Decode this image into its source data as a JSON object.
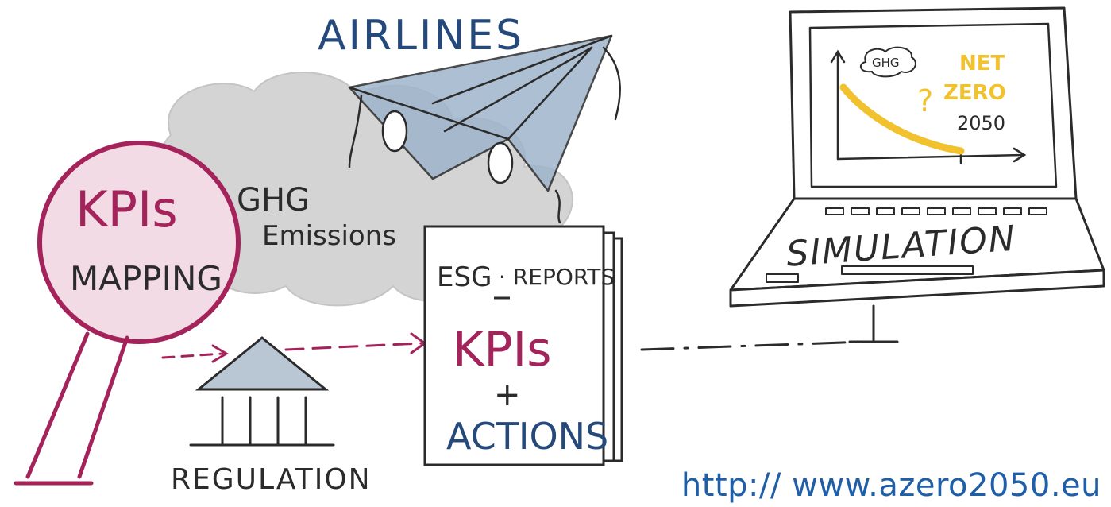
{
  "title": "AIRLINES",
  "kpi_mapping": {
    "line1": "KPIs",
    "line2": "MAPPING"
  },
  "emissions": {
    "line1": "GHG",
    "line2": "Emissions"
  },
  "esg_report": {
    "header_a": "ESG",
    "header_b": "· REPORTS",
    "kpis": "KPIs",
    "plus": "+",
    "actions": "ACTIONS"
  },
  "regulation": "REGULATION",
  "laptop": {
    "ghg_bubble": "GHG",
    "question": "?",
    "target_line1": "NET",
    "target_line2": "ZERO",
    "target_year": "2050",
    "keyboard_label": "SIMULATION"
  },
  "url": "http:// www.azero2050.eu",
  "colors": {
    "ink": "#2b2b2b",
    "magenta": "#a3235a",
    "magenta_fill": "#f3dbe5",
    "cloud": "#d4d4d4",
    "plane_blue": "#9fb4cb",
    "title_blue": "#25497a",
    "yellow": "#f2c12e",
    "url_blue": "#1f5fa8"
  }
}
